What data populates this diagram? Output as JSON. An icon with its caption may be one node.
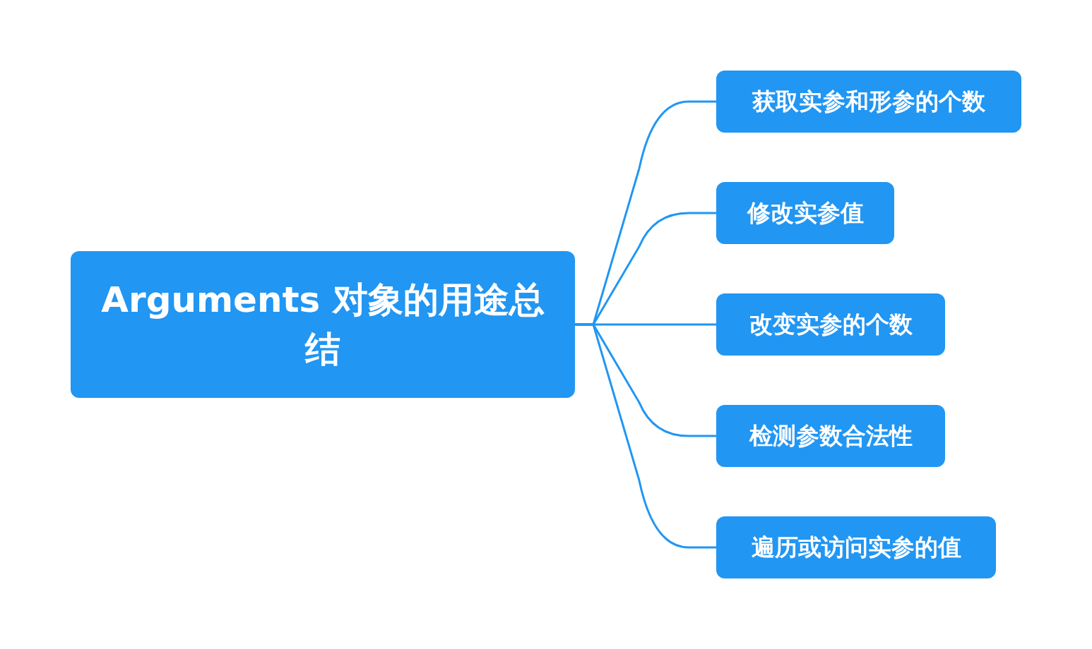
{
  "diagram": {
    "nodes": [
      {
        "text": [
          "Arguments 对象的用途总结"
        ]
      },
      {
        "text": [
          "获取实参和形参的个数"
        ]
      },
      {
        "text": [
          "修改实参值"
        ]
      },
      {
        "text": [
          "改变实参的个数"
        ]
      },
      {
        "text": [
          "检测参数合法性"
        ]
      },
      {
        "text": [
          "遍历或访问实参的值"
        ]
      }
    ],
    "edges": [
      {
        "from": 0,
        "to": 1,
        "arrow": "none"
      },
      {
        "from": 0,
        "to": 2,
        "arrow": "none"
      },
      {
        "from": 0,
        "to": 3,
        "arrow": "none"
      },
      {
        "from": 0,
        "to": 4,
        "arrow": "none"
      },
      {
        "from": 0,
        "to": 5,
        "arrow": "none"
      }
    ]
  }
}
